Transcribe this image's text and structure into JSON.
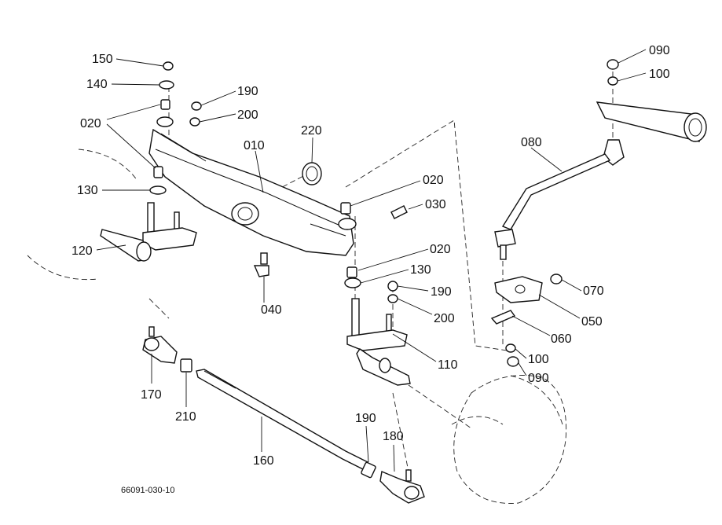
{
  "diagram": {
    "reference_code": "66091-030-10",
    "callouts": {
      "c150": "150",
      "c140": "140",
      "c020a": "020",
      "c130a": "130",
      "c120": "120",
      "c190a": "190",
      "c200a": "200",
      "c010": "010",
      "c220": "220",
      "c040": "040",
      "c020b": "020",
      "c030": "030",
      "c020c": "020",
      "c130b": "130",
      "c190b": "190",
      "c200b": "200",
      "c110": "110",
      "c080": "080",
      "c090a": "090",
      "c100a": "100",
      "c070": "070",
      "c050": "050",
      "c060": "060",
      "c100b": "100",
      "c090b": "090",
      "c170": "170",
      "c210": "210",
      "c160": "160",
      "c190c": "190",
      "c180": "180"
    }
  }
}
